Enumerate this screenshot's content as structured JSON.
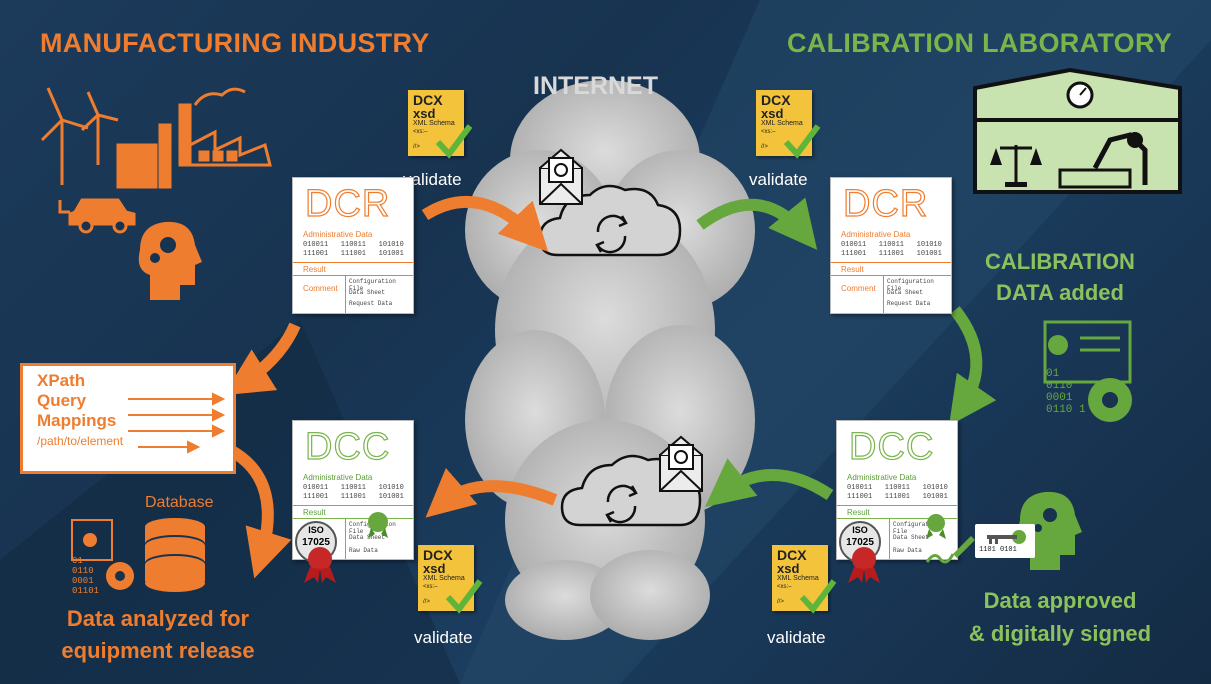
{
  "headings": {
    "manufacturing": "MANUFACTURING INDUSTRY",
    "calibration": "CALIBRATION LABORATORY",
    "internet": "INTERNET"
  },
  "labels": {
    "validate": "validate",
    "calibration_added_line1": "CALIBRATION",
    "calibration_added_line2": "DATA added",
    "approved_line1": "Data approved",
    "approved_line2": "& digitally signed",
    "analyzed_line1": "Data analyzed for",
    "analyzed_line2": "equipment release",
    "database": "Database"
  },
  "dcr": {
    "title": "DCR",
    "admin": "Administrative Data",
    "bin1": "010011   110011   101010",
    "bin2": "111001   111001   101001",
    "result": "Result",
    "comment": "Comment",
    "files": [
      "Configuration File",
      "Data Sheet",
      "Request Data"
    ]
  },
  "dcc": {
    "title": "DCC",
    "admin": "Administrative Data",
    "bin1": "010011   110011   101010",
    "bin2": "111001   111001   101001",
    "result": "Result",
    "files": [
      "Configuration File",
      "Data Sheet",
      "Raw Data"
    ],
    "iso_top": "ISO",
    "iso_num": "17025"
  },
  "dcx": {
    "line1": "DCX",
    "line2": "xsd",
    "line3": "XML Schema",
    "line4": "<xs:–",
    "line5": "//>"
  },
  "xpath": {
    "line1": "XPath",
    "line2": "Query",
    "line3": "Mappings",
    "line4": "/path/to/element"
  },
  "binary_left": [
    "01",
    "0110",
    "0001",
    "01101"
  ],
  "binary_right": [
    "01",
    "0110",
    "0001",
    "0110 1"
  ],
  "key_bits": "1101 0101",
  "colors": {
    "orange": "#ee7d2f",
    "green": "#79b54a",
    "cloud": "#c8c8c8",
    "dcx_yellow": "#f3c33c"
  }
}
